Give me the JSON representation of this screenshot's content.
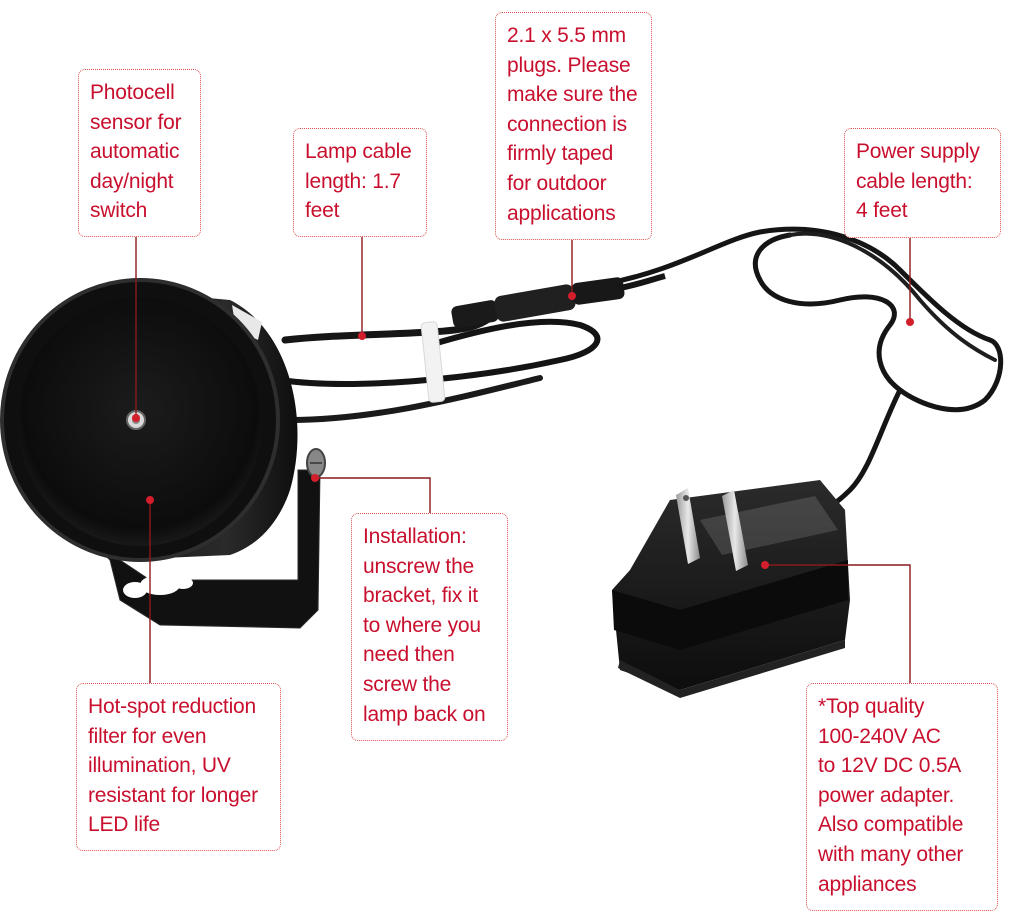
{
  "colors": {
    "callout_text": "#c8102e",
    "callout_border": "#d9534f",
    "leader_line": "#8b1a1a",
    "leader_dot": "#d21f2b",
    "product_body": "#121212"
  },
  "callouts": {
    "photocell": "Photocell\nsensor for\nautomatic\nday/night\nswitch",
    "lamp_cable": "Lamp cable\nlength: 1.7\nfeet",
    "plugs": "2.1 x 5.5 mm\nplugs. Please\nmake sure the\nconnection is\nfirmly taped\nfor outdoor\napplications",
    "power_cable": "Power supply\ncable length:\n4 feet",
    "installation": "Installation:\nunscrew the\nbracket, fix it\nto where you\nneed then\nscrew the\nlamp back on",
    "filter": "Hot-spot reduction\nfilter for even\nillumination, UV\nresistant for longer\nLED life",
    "adapter": "*Top quality\n100-240V AC\nto 12V DC 0.5A\npower adapter.\nAlso compatible\nwith many other\nappliances"
  },
  "product": {
    "components": [
      "ir-illuminator-lamp",
      "mounting-bracket",
      "lamp-cable",
      "dc-connector",
      "power-cable",
      "power-adapter"
    ]
  }
}
